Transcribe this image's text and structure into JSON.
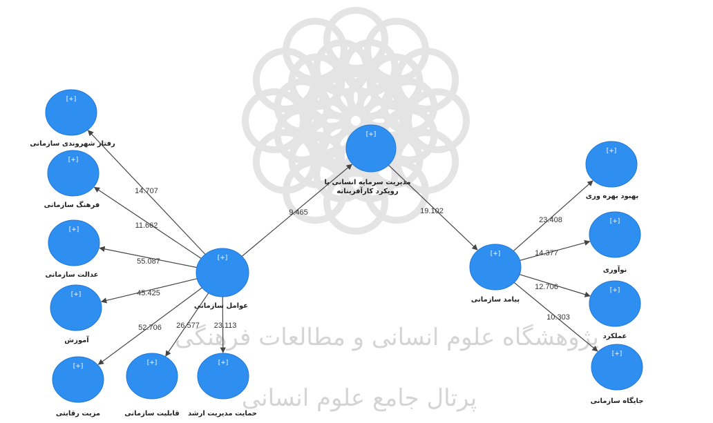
{
  "header_caption": "...",
  "colors": {
    "node_fill": "#2f8ff0",
    "node_stroke": "#1f77d6",
    "edge": "#444444",
    "watermark": "#cfcfcf"
  },
  "watermark": {
    "line1": "پژوهشگاه علوم انسانی و مطالعات فرهنگی",
    "line2": "پرتال جامع علوم انسانی"
  },
  "nodes": {
    "hrm": {
      "tag": "[+]",
      "label": [
        "مدیریت سرمایه انسانی با",
        "رویکرد کارآفرینانه"
      ]
    },
    "ind": {
      "tag": "[+]",
      "label": [
        "عوامل سازمانی"
      ]
    },
    "out": {
      "tag": "[+]",
      "label": [
        "پیامد سازمانی"
      ]
    },
    "cit": {
      "tag": "[+]",
      "label": [
        "رفتار شهروندی سازمانی"
      ]
    },
    "cul": {
      "tag": "[+]",
      "label": [
        "فرهنگ سازمانی"
      ]
    },
    "jus": {
      "tag": "[+]",
      "label": [
        "عدالت سازمانی"
      ]
    },
    "edu": {
      "tag": "[+]",
      "label": [
        "آموزش"
      ]
    },
    "comp": {
      "tag": "[+]",
      "label": [
        "مزیت رقابتی"
      ]
    },
    "cap": {
      "tag": "[+]",
      "label": [
        "قابلیت سازمانی"
      ]
    },
    "sup": {
      "tag": "[+]",
      "label": [
        "حمایت مدیریت ارشد"
      ]
    },
    "prod": {
      "tag": "[+]",
      "label": [
        "بهبود بهره وری"
      ]
    },
    "inno": {
      "tag": "[+]",
      "label": [
        "نوآوری"
      ]
    },
    "perf": {
      "tag": "[+]",
      "label": [
        "عملکرد"
      ]
    },
    "stat": {
      "tag": "[+]",
      "label": [
        "جایگاه سازمانی"
      ]
    }
  },
  "edges": [
    {
      "from": "ind",
      "to": "cit",
      "value": "14.707"
    },
    {
      "from": "ind",
      "to": "cul",
      "value": "11.662"
    },
    {
      "from": "ind",
      "to": "jus",
      "value": "55.087"
    },
    {
      "from": "ind",
      "to": "edu",
      "value": "45.425"
    },
    {
      "from": "ind",
      "to": "comp",
      "value": "52.706"
    },
    {
      "from": "ind",
      "to": "cap",
      "value": "26.577"
    },
    {
      "from": "ind",
      "to": "sup",
      "value": "23.113"
    },
    {
      "from": "ind",
      "to": "hrm",
      "value": "9.465"
    },
    {
      "from": "hrm",
      "to": "out",
      "value": "19.102"
    },
    {
      "from": "out",
      "to": "prod",
      "value": "23.408"
    },
    {
      "from": "out",
      "to": "inno",
      "value": "14.377"
    },
    {
      "from": "out",
      "to": "perf",
      "value": "12.706"
    },
    {
      "from": "out",
      "to": "stat",
      "value": "10.303"
    }
  ]
}
